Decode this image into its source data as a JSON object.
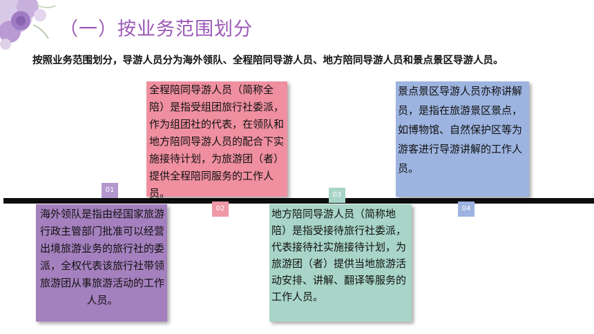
{
  "header": {
    "title": "（一）按业务范围划分",
    "subtitle": "按照业务范围划分，导游人员分为海外领队、全程陪同导游人员、地方陪同导游人员和景点景区导游人员。"
  },
  "markers": [
    "01",
    "02",
    "03",
    "04"
  ],
  "cards": [
    {
      "text": "海外领队是指由经国家旅游行政主管部门批准可以经营出境旅游业务的旅行社的委派，全权代表该旅行社带领旅游团从事旅游活动的工作人员。"
    },
    {
      "text": "全程陪同导游人员（简称全陪）是指受组团旅行社委派，作为组团社的代表，在领队和地方陪同导游人员的配合下实施接待计划，为旅游团（者）提供全程陪同服务的工作人员。"
    },
    {
      "text": " 地方陪同导游人员（简称地陪）是指受接待旅行社委派，代表接待社实施接待计划，为旅游团（者）提供当地旅游活动安排、讲解、翻译等服务的工作人员。"
    },
    {
      "text": "景点景区导游人员亦称讲解员，是指在旅游景区景点，如博物馆、自然保护区等为游客进行导游讲解的工作人员。"
    }
  ],
  "colors": {
    "purple": "#a580be",
    "pink": "#ef8fa0",
    "mint": "#a8d5c8",
    "blue": "#9db4e0",
    "title": "#9b59b6"
  }
}
